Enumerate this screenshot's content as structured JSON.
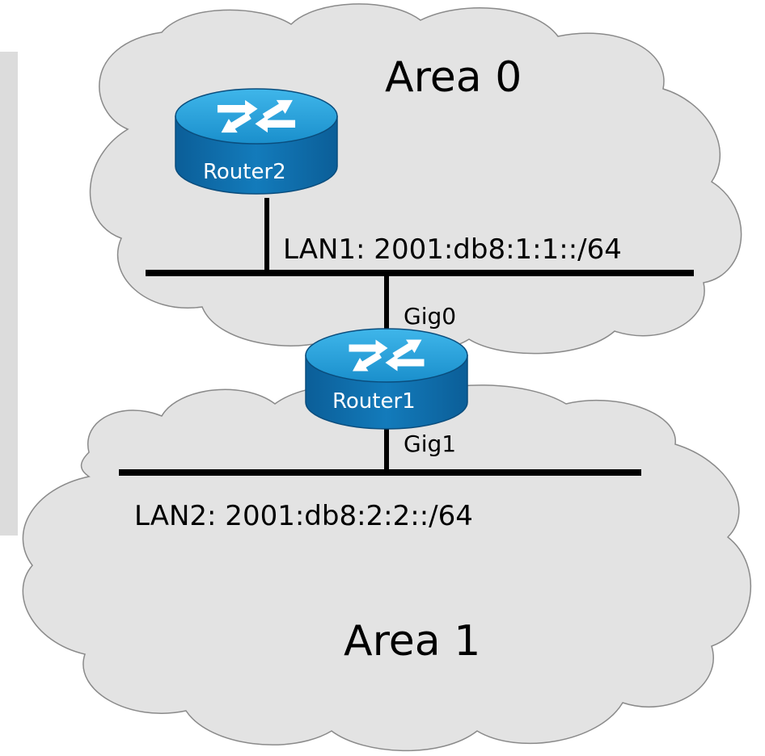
{
  "areas": [
    {
      "label": "Area 0"
    },
    {
      "label": "Area 1"
    }
  ],
  "routers": [
    {
      "name": "Router2"
    },
    {
      "name": "Router1"
    }
  ],
  "lans": [
    {
      "label": "LAN1: 2001:db8:1:1::/64"
    },
    {
      "label": "LAN2: 2001:db8:2:2::/64"
    }
  ],
  "interfaces": [
    {
      "label": "Gig0"
    },
    {
      "label": "Gig1"
    }
  ],
  "colors": {
    "cloud_fill": "#e3e3e3",
    "cloud_stroke": "#8a8a8a",
    "router_top": "#1fa0d8",
    "router_side": "#0a5f99",
    "link": "#000000",
    "side_bar": "#dcdcdc"
  }
}
